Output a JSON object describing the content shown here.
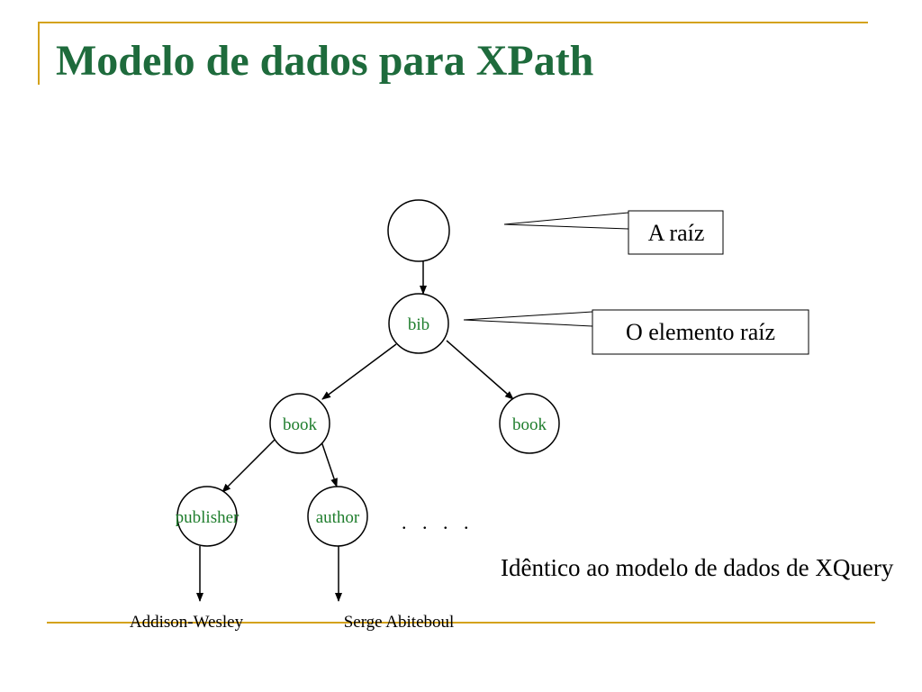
{
  "title": "Modelo de dados para XPath",
  "tree": {
    "nodes": {
      "root": "",
      "bib": "bib",
      "book_left": "book",
      "book_right": "book",
      "publisher": "publisher",
      "author": "author"
    },
    "leaves": {
      "publisher_value": "Addison-Wesley",
      "author_value": "Serge Abiteboul"
    },
    "ellipsis": ". . . ."
  },
  "callouts": {
    "root_label": "A raíz",
    "root_element_label": "O elemento raíz"
  },
  "note": "Idêntico ao modelo de dados de XQuery",
  "colors": {
    "title": "#1e6b3c",
    "node_label": "#1e7d2c",
    "accent_line": "#d4a21c"
  }
}
